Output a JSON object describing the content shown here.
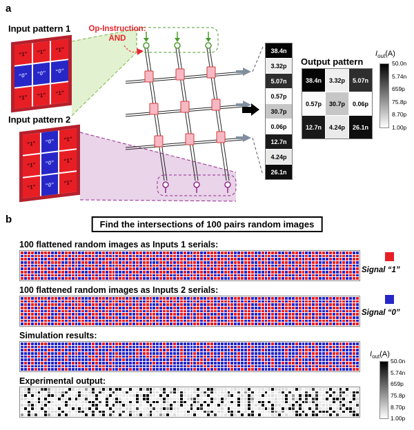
{
  "colors": {
    "signal1": "#e81e25",
    "signal0": "#2727c8"
  },
  "colorbar": {
    "symbol": "I",
    "subscript": "out",
    "unit": "(A)",
    "ticks": [
      "50.0n",
      "5.74n",
      "659p",
      "75.8p",
      "8.70p",
      "1.00p"
    ]
  },
  "panel_a": {
    "label": "a",
    "input1": {
      "title": "Input pattern 1",
      "rows": [
        "111",
        "000",
        "111"
      ]
    },
    "input2": {
      "title": "Input pattern 2",
      "rows": [
        "101",
        "101",
        "101"
      ]
    },
    "cell_labels": {
      "one": "“1”",
      "zero": "“0”"
    },
    "op_instruction": {
      "line1": "Op-Instruction:",
      "line2": "AND"
    },
    "output_pattern_title": "Output pattern",
    "output_cells": [
      {
        "value": "38.4n",
        "bg": "#050505",
        "fg": "#ffffff"
      },
      {
        "value": "3.32p",
        "bg": "#efefef",
        "fg": "#000000"
      },
      {
        "value": "5.07n",
        "bg": "#2e2e2e",
        "fg": "#ffffff"
      },
      {
        "value": "0.57p",
        "bg": "#fbfbfb",
        "fg": "#000000"
      },
      {
        "value": "30.7p",
        "bg": "#c6c6c6",
        "fg": "#000000"
      },
      {
        "value": "0.06p",
        "bg": "#fdfdfd",
        "fg": "#000000"
      },
      {
        "value": "12.7n",
        "bg": "#1a1a1a",
        "fg": "#ffffff"
      },
      {
        "value": "4.24p",
        "bg": "#eaeaea",
        "fg": "#000000"
      },
      {
        "value": "26.1n",
        "bg": "#0e0e0e",
        "fg": "#ffffff"
      }
    ]
  },
  "panel_b": {
    "label": "b",
    "title": "Find the intersections of 100 pairs random images",
    "inputs1_label": "100 flattened random images as Inputs 1 serials:",
    "inputs2_label": "100 flattened random images as Inputs 2 serials:",
    "simulation_label": "Simulation results:",
    "experimental_label": "Experimental output:",
    "legend": {
      "signal1_label": "Signal “1”",
      "signal0_label": "Signal “0”"
    },
    "operation": "AND",
    "grids": {
      "rows": 9,
      "cols": 100,
      "inputs1": [
        [
          "1011001110",
          "0101101001",
          "1100101011",
          "0010110110",
          "1011010010",
          "0110011101",
          "1010010110",
          "0101110010",
          "1101001011",
          "0110101100"
        ],
        [
          "0110110100",
          "1011010110",
          "0101100101",
          "1101001011",
          "0010110101",
          "1010101100",
          "0110110010",
          "1011001101",
          "0100101101",
          "1010110011"
        ],
        [
          "1101010011",
          "0110101101",
          "1010011010",
          "0101101100",
          "1101010110",
          "0010110101",
          "1011001101",
          "0110100110",
          "1010110100",
          "0101101011"
        ],
        [
          "0010110101",
          "1100101011",
          "0010110110",
          "1010101100",
          "0110101101",
          "1101001011",
          "0101101100",
          "1010010110",
          "0110101100",
          "1011010010"
        ],
        [
          "1010011010",
          "0101101001",
          "1101010011",
          "0110101101",
          "1010010110",
          "0101101011",
          "0010110110",
          "1101001011",
          "0101101001",
          "1010110100"
        ],
        [
          "0101101100",
          "1011010010",
          "0110011101",
          "1011010110",
          "0101100101",
          "1101010110",
          "1010110100",
          "0101110010",
          "1010101100",
          "0010110101"
        ],
        [
          "1101001011",
          "0110110100",
          "1010101100",
          "0101101011",
          "0110110010",
          "1011010010",
          "1101010110",
          "0010110101",
          "1011010110",
          "0100101101"
        ],
        [
          "0110101101",
          "1010010110",
          "0101101100",
          "1010010110",
          "1101001011",
          "0101101001",
          "0110100110",
          "1010101100",
          "0101101011",
          "1010010110"
        ],
        [
          "1010110100",
          "0101101001",
          "0110101101",
          "1011010010",
          "0101101100",
          "1101010110",
          "0010110110",
          "1101001011",
          "0110101100",
          "1101010011"
        ]
      ],
      "inputs2": [
        [
          "0110101101",
          "1010110100",
          "0101101011",
          "1010010110",
          "0110110100",
          "1010011010",
          "0101101100",
          "1010101100",
          "0110101100",
          "0101101001"
        ],
        [
          "1011010010",
          "0101101100",
          "1101010110",
          "0110100110",
          "1011010110",
          "0101101001",
          "1100101011",
          "0010110101",
          "1010110100",
          "1010110011"
        ],
        [
          "0101101011",
          "1010010110",
          "0110101101",
          "1010101100",
          "0101101100",
          "1010011010",
          "0110110100",
          "1101001011",
          "0010110101",
          "0110110010"
        ],
        [
          "1101010110",
          "0110101101",
          "1010011010",
          "0101101100",
          "1010010110",
          "0110101101",
          "1010110100",
          "0101101011",
          "1010101100",
          "1011010010"
        ],
        [
          "0110110010",
          "1011010010",
          "1101010011",
          "0010110101",
          "1011010110",
          "0100101101",
          "0110101101",
          "1101010110",
          "0101101100",
          "0110101101"
        ],
        [
          "1011010110",
          "0101101001",
          "0110110100",
          "1100101011",
          "0010110110",
          "1011010010",
          "0101101100",
          "0110101101",
          "1010010110",
          "1101010011"
        ],
        [
          "0101101100",
          "1101010110",
          "1010011010",
          "0010110101",
          "1010101100",
          "1011001101",
          "0100101101",
          "0110101101",
          "1010110100",
          "0110101100"
        ],
        [
          "1010010110",
          "0110100110",
          "0101100101",
          "1101001011",
          "0010110101",
          "1010101100",
          "0110110010",
          "0101110010",
          "1101001011",
          "1011010110"
        ],
        [
          "0110101100",
          "1101010011",
          "1100101011",
          "0010110110",
          "1011010010",
          "0110011101",
          "1010010110",
          "1010101100",
          "0110101101",
          "0101101011"
        ]
      ]
    }
  }
}
